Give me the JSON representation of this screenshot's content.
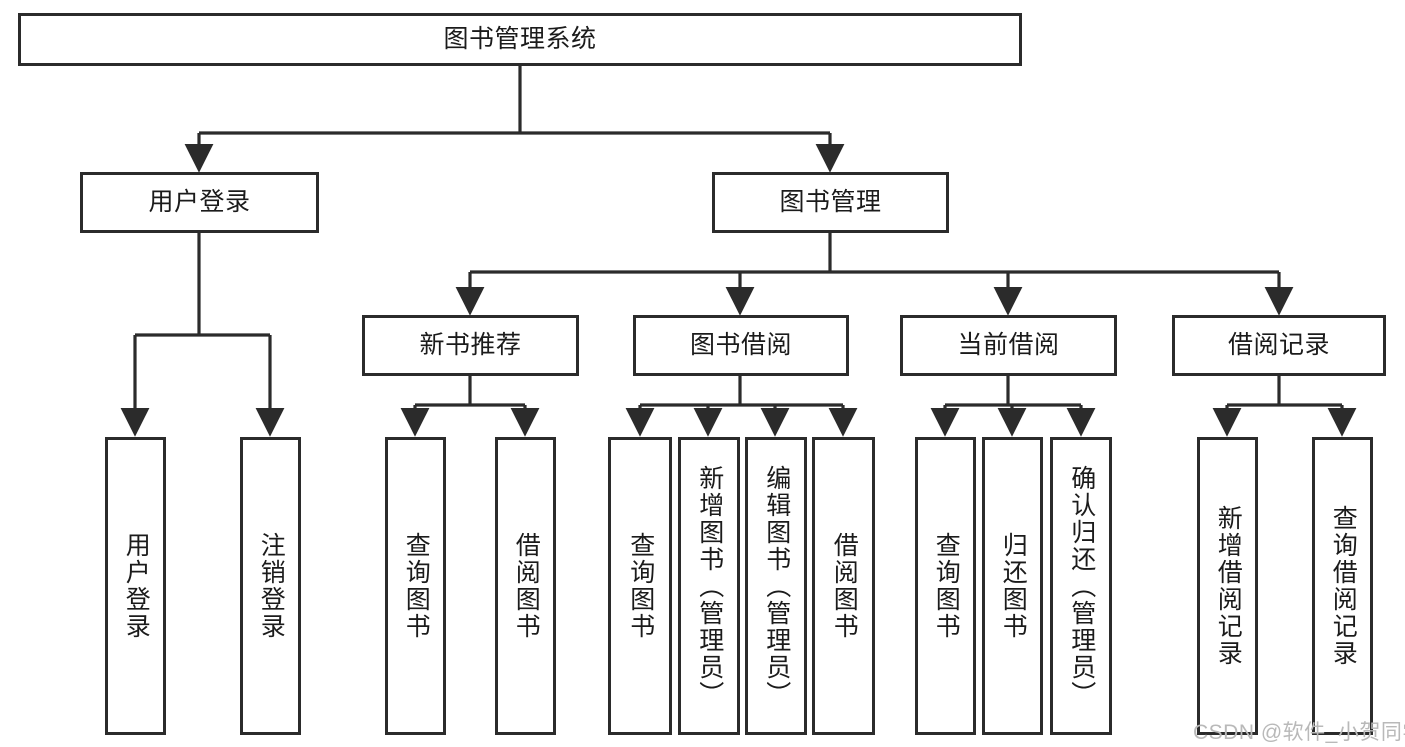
{
  "diagram": {
    "title": "图书管理系统",
    "type": "tree",
    "root": {
      "id": "root",
      "label": "图书管理系统"
    },
    "level1": [
      {
        "id": "user-login",
        "label": "用户登录"
      },
      {
        "id": "book-management",
        "label": "图书管理"
      }
    ],
    "level2": [
      {
        "id": "new-book-recommend",
        "label": "新书推荐",
        "parent": "book-management"
      },
      {
        "id": "book-borrow",
        "label": "图书借阅",
        "parent": "book-management"
      },
      {
        "id": "current-borrow",
        "label": "当前借阅",
        "parent": "book-management"
      },
      {
        "id": "borrow-record",
        "label": "借阅记录",
        "parent": "book-management"
      }
    ],
    "leaves": {
      "user-login": [
        {
          "id": "leaf-user-login",
          "label": "用户登录"
        },
        {
          "id": "leaf-user-logout",
          "label": "注销登录"
        }
      ],
      "new-book-recommend": [
        {
          "id": "leaf-query-book-1",
          "label": "查询图书"
        },
        {
          "id": "leaf-borrow-book-1",
          "label": "借阅图书"
        }
      ],
      "book-borrow": [
        {
          "id": "leaf-query-book-2",
          "label": "查询图书"
        },
        {
          "id": "leaf-add-book",
          "label": "新增图书（管理员）"
        },
        {
          "id": "leaf-edit-book",
          "label": "编辑图书（管理员）"
        },
        {
          "id": "leaf-borrow-book-2",
          "label": "借阅图书"
        }
      ],
      "current-borrow": [
        {
          "id": "leaf-query-book-3",
          "label": "查询图书"
        },
        {
          "id": "leaf-return-book",
          "label": "归还图书"
        },
        {
          "id": "leaf-confirm-return",
          "label": "确认归还（管理员）"
        }
      ],
      "borrow-record": [
        {
          "id": "leaf-add-record",
          "label": "新增借阅记录"
        },
        {
          "id": "leaf-query-record",
          "label": "查询借阅记录"
        }
      ]
    }
  },
  "watermark": {
    "text": "CSDN @软件_小贺同学"
  },
  "colors": {
    "stroke": "#2b2b2b",
    "fill": "#ffffff",
    "text": "#1b1b1b",
    "watermark": "#b9b9b9"
  }
}
